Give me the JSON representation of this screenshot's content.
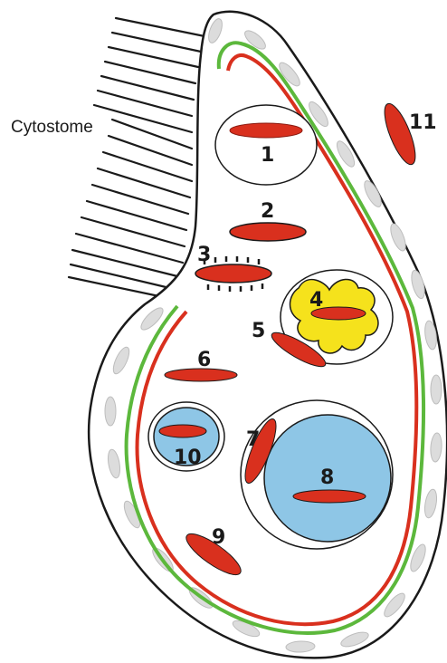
{
  "diagram": {
    "side_label": "Cytostome",
    "markers": [
      "1",
      "2",
      "3",
      "4",
      "5",
      "6",
      "7",
      "8",
      "9",
      "10",
      "11"
    ],
    "colors": {
      "organism_outline": "#1a1a1a",
      "red_structure": "#d9301e",
      "green_membrane": "#5cb83c",
      "vacuole_blue": "#8ec6e6",
      "yellow_body": "#f5e21c",
      "cortical_granules": "#dcdcdc"
    }
  }
}
